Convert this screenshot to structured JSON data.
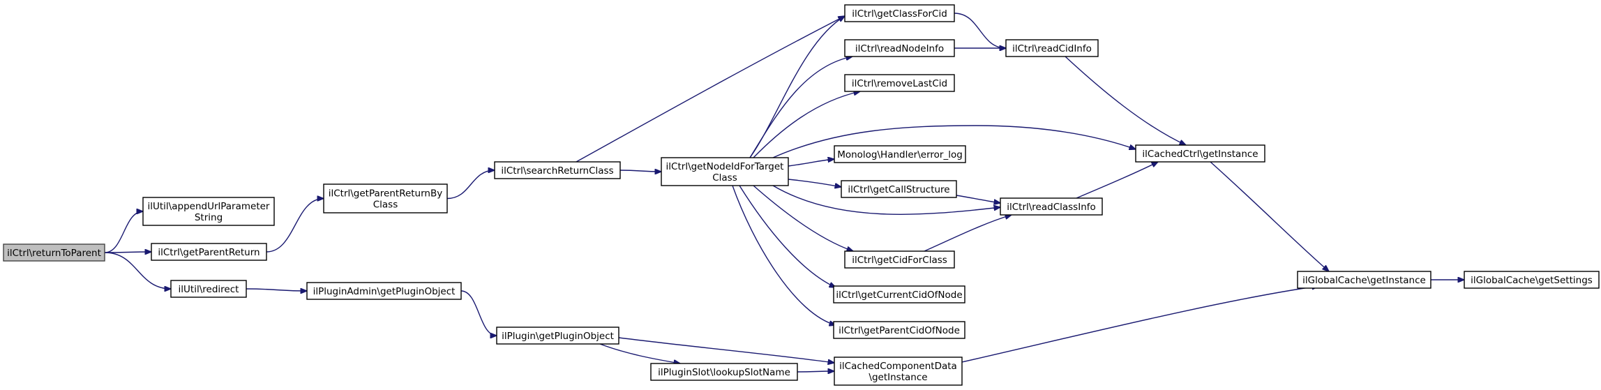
{
  "colors": {
    "edge": "#191970",
    "root_fill": "#bfbfbf",
    "node_fill": "#ffffff",
    "node_border": "#000000"
  },
  "nodes": [
    {
      "id": "returnToParent",
      "lines": [
        "ilCtrl\\returnToParent"
      ],
      "root": true
    },
    {
      "id": "appendUrlParameterString",
      "lines": [
        "ilUtil\\appendUrlParameter",
        "String"
      ]
    },
    {
      "id": "getParentReturn",
      "lines": [
        "ilCtrl\\getParentReturn"
      ]
    },
    {
      "id": "redirect",
      "lines": [
        "ilUtil\\redirect"
      ]
    },
    {
      "id": "getParentReturnByClass",
      "lines": [
        "ilCtrl\\getParentReturnBy",
        "Class"
      ]
    },
    {
      "id": "getPluginObjectAdmin",
      "lines": [
        "ilPluginAdmin\\getPluginObject"
      ]
    },
    {
      "id": "searchReturnClass",
      "lines": [
        "ilCtrl\\searchReturnClass"
      ]
    },
    {
      "id": "getPluginObject",
      "lines": [
        "ilPlugin\\getPluginObject"
      ]
    },
    {
      "id": "getNodeIdForTargetClass",
      "lines": [
        "ilCtrl\\getNodeIdForTarget",
        "Class"
      ]
    },
    {
      "id": "lookupSlotName",
      "lines": [
        "ilPluginSlot\\lookupSlotName"
      ]
    },
    {
      "id": "getClassForCid",
      "lines": [
        "ilCtrl\\getClassForCid"
      ]
    },
    {
      "id": "readNodeInfo",
      "lines": [
        "ilCtrl\\readNodeInfo"
      ]
    },
    {
      "id": "removeLastCid",
      "lines": [
        "ilCtrl\\removeLastCid"
      ]
    },
    {
      "id": "errorLog",
      "lines": [
        "Monolog\\Handler\\error_log"
      ]
    },
    {
      "id": "getCallStructure",
      "lines": [
        "ilCtrl\\getCallStructure"
      ]
    },
    {
      "id": "getCidForClass",
      "lines": [
        "ilCtrl\\getCidForClass"
      ]
    },
    {
      "id": "getCurrentCidOfNode",
      "lines": [
        "ilCtrl\\getCurrentCidOfNode"
      ]
    },
    {
      "id": "getParentCidOfNode",
      "lines": [
        "ilCtrl\\getParentCidOfNode"
      ]
    },
    {
      "id": "cachedComponentData",
      "lines": [
        "ilCachedComponentData",
        "\\getInstance"
      ]
    },
    {
      "id": "readCidInfo",
      "lines": [
        "ilCtrl\\readCidInfo"
      ]
    },
    {
      "id": "readClassInfo",
      "lines": [
        "ilCtrl\\readClassInfo"
      ]
    },
    {
      "id": "cachedCtrl",
      "lines": [
        "ilCachedCtrl\\getInstance"
      ]
    },
    {
      "id": "globalCacheInstance",
      "lines": [
        "ilGlobalCache\\getInstance"
      ]
    },
    {
      "id": "globalCacheSettings",
      "lines": [
        "ilGlobalCache\\getSettings"
      ]
    }
  ],
  "edges": [
    [
      "returnToParent",
      "appendUrlParameterString"
    ],
    [
      "returnToParent",
      "getParentReturn"
    ],
    [
      "returnToParent",
      "redirect"
    ],
    [
      "getParentReturn",
      "getParentReturnByClass"
    ],
    [
      "getParentReturnByClass",
      "searchReturnClass"
    ],
    [
      "searchReturnClass",
      "getClassForCid"
    ],
    [
      "searchReturnClass",
      "getNodeIdForTargetClass"
    ],
    [
      "getNodeIdForTargetClass",
      "getClassForCid"
    ],
    [
      "getNodeIdForTargetClass",
      "readNodeInfo"
    ],
    [
      "getNodeIdForTargetClass",
      "removeLastCid"
    ],
    [
      "getNodeIdForTargetClass",
      "cachedCtrl"
    ],
    [
      "getNodeIdForTargetClass",
      "errorLog"
    ],
    [
      "getNodeIdForTargetClass",
      "getCallStructure"
    ],
    [
      "getNodeIdForTargetClass",
      "readClassInfo"
    ],
    [
      "getNodeIdForTargetClass",
      "getCidForClass"
    ],
    [
      "getNodeIdForTargetClass",
      "getCurrentCidOfNode"
    ],
    [
      "getNodeIdForTargetClass",
      "getParentCidOfNode"
    ],
    [
      "getClassForCid",
      "readCidInfo"
    ],
    [
      "readNodeInfo",
      "readCidInfo"
    ],
    [
      "readCidInfo",
      "cachedCtrl"
    ],
    [
      "getCallStructure",
      "readClassInfo"
    ],
    [
      "getCidForClass",
      "readClassInfo"
    ],
    [
      "readClassInfo",
      "cachedCtrl"
    ],
    [
      "cachedCtrl",
      "globalCacheInstance"
    ],
    [
      "globalCacheInstance",
      "globalCacheSettings"
    ],
    [
      "redirect",
      "getPluginObjectAdmin"
    ],
    [
      "getPluginObjectAdmin",
      "getPluginObject"
    ],
    [
      "getPluginObject",
      "cachedComponentData"
    ],
    [
      "getPluginObject",
      "lookupSlotName"
    ],
    [
      "lookupSlotName",
      "cachedComponentData"
    ],
    [
      "cachedComponentData",
      "globalCacheInstance"
    ]
  ]
}
